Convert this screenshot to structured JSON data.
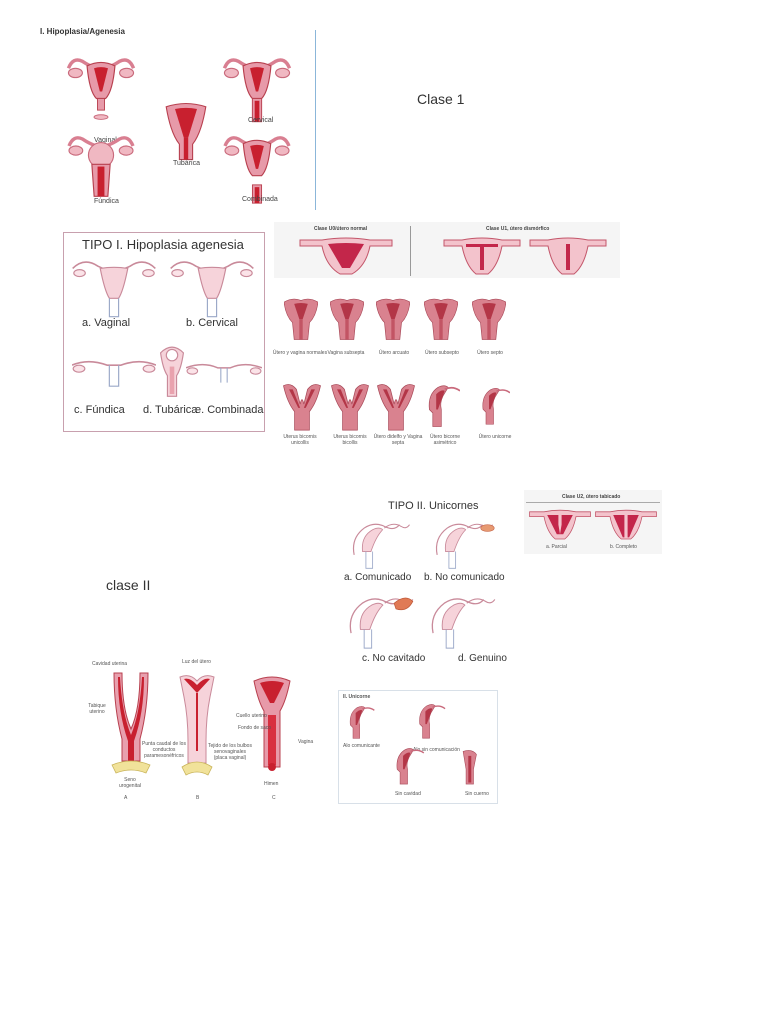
{
  "colors": {
    "uterus_pink": "#e79aa9",
    "uterus_dark": "#b8404f",
    "cavity_red": "#c8202f",
    "tube_pink": "#d97f91",
    "ovary_pink": "#f0b8c2",
    "divider_blue": "#8bb6d9",
    "panel_border": "#c8a0ae",
    "grey_panel": "#f4f4f4"
  },
  "panel1": {
    "title": "I. Hipoplasia/Agenesia",
    "labels": {
      "vaginal": "Vaginal",
      "fundica": "Fúndica",
      "tubarica": "Tubárica",
      "cervical": "Cervical",
      "combinada": "Combinada"
    }
  },
  "side_labels": {
    "clase1": "Clase 1",
    "clase2": "clase II"
  },
  "panel2": {
    "title": "TIPO I. Hipoplasia agenesia",
    "labels": {
      "a": "a. Vaginal",
      "b": "b. Cervical",
      "c": "c. Fúndica",
      "d": "d. Tubárica",
      "e": "e. Combinada"
    }
  },
  "panel3": {
    "left_title": "Clase U0/útero normal",
    "right_title": "Clase U1, útero dismórfico"
  },
  "panel4": {
    "row1": [
      "Útero y vagina normales",
      "Vagina subsepta",
      "Útero arcuato",
      "Útero subsepto",
      "Útero septo"
    ],
    "row2": [
      "Uterus bicornis unicollis",
      "Uterus bicornis bicollis",
      "Útero didelfo y Vagina septa",
      "Útero bicorne asimétrico",
      "Útero unicorne"
    ]
  },
  "panel5": {
    "title": "TIPO II. Unicornes",
    "labels": {
      "a": "a. Comunicado",
      "b": "b. No comunicado",
      "c": "c. No cavitado",
      "d": "d. Genuino"
    }
  },
  "panel6": {
    "title": "Clase U2, útero tabicado",
    "labels": [
      "a. Parcial",
      "b. Completo"
    ]
  },
  "panel7": {
    "labels": {
      "cavidad": "Cavidad uterina",
      "tabique": "Tabique uterino",
      "seno": "Seno urogenital",
      "luz": "Luz del útero",
      "punta": "Punta caudal de los conductos paramesonéfricos",
      "tejido": "Tejido de los bulbos senovaginales (placa vaginal)",
      "cuello": "Cuello uterino",
      "fondo": "Fondo de saco",
      "vagina": "Vagina",
      "himen": "Himen"
    },
    "letters": [
      "A",
      "B",
      "C"
    ]
  },
  "panel8": {
    "title": "II. Unicorne",
    "labels": [
      "Alo comunicante",
      "Alo sin comunicación",
      "Sin cavidad",
      "Sin cuerno"
    ]
  }
}
